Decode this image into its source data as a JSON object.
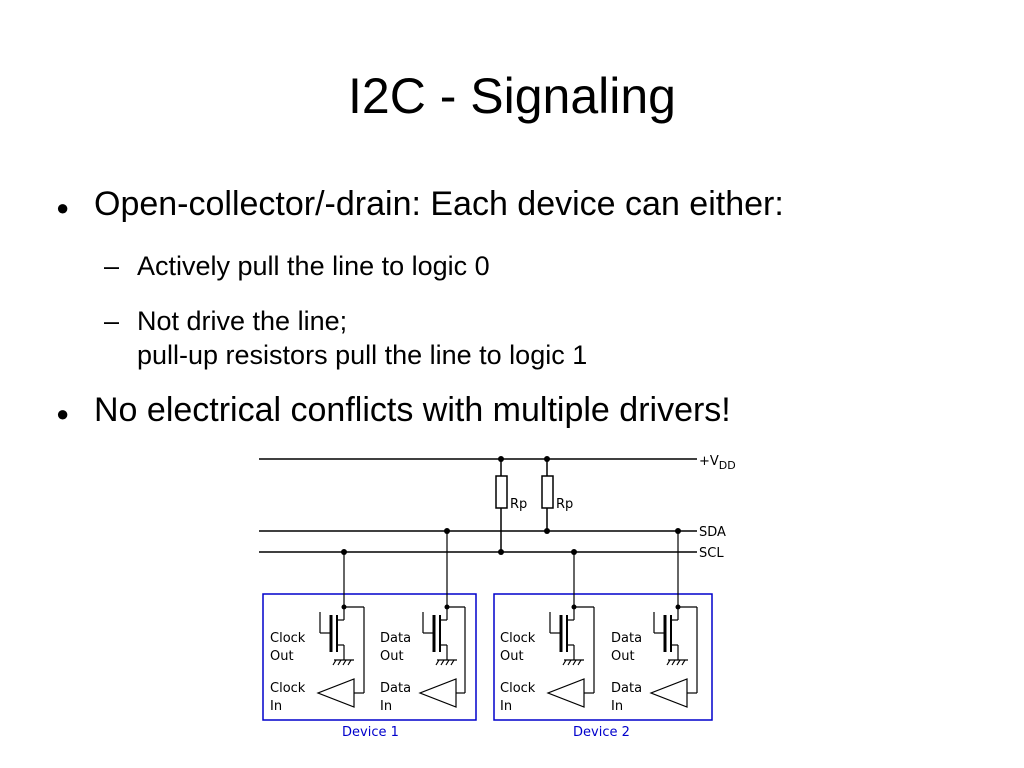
{
  "slide": {
    "title": "I2C - Signaling",
    "bullets": [
      {
        "text": "Open-collector/-drain: Each device can either:"
      },
      {
        "text": "No electrical conflicts with multiple drivers!"
      }
    ],
    "subbullets": [
      {
        "text": "Actively pull the line to logic 0"
      },
      {
        "line1": "Not drive the line;",
        "line2": "pull-up resistors pull the line to logic 1"
      }
    ],
    "bullet_glyph": "●",
    "dash_glyph": "–"
  },
  "diagram": {
    "vdd_label": "+V",
    "vdd_sub": "DD",
    "sda_label": "SDA",
    "scl_label": "SCL",
    "resistor_label": "Rp",
    "devices": [
      {
        "name": "Device 1",
        "clock_out": [
          "Clock",
          "Out"
        ],
        "data_out": [
          "Data",
          "Out"
        ],
        "clock_in": [
          "Clock",
          "In"
        ],
        "data_in": [
          "Data",
          "In"
        ]
      },
      {
        "name": "Device 2",
        "clock_out": [
          "Clock",
          "Out"
        ],
        "data_out": [
          "Data",
          "Out"
        ],
        "clock_in": [
          "Clock",
          "In"
        ],
        "data_in": [
          "Data",
          "In"
        ]
      }
    ],
    "colors": {
      "line": "#000000",
      "device_box": "#0000cc",
      "device_label": "#0000cc"
    }
  }
}
